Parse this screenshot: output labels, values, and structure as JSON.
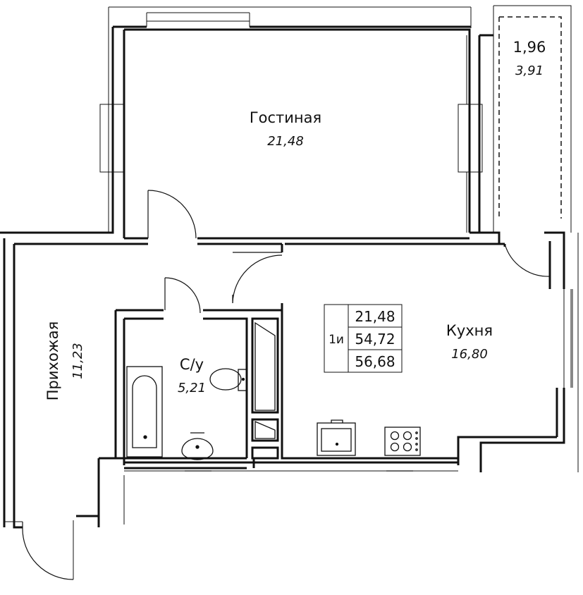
{
  "rooms": {
    "living": {
      "name": "Гостиная",
      "area": "21,48"
    },
    "balcony": {
      "area_main": "1,96",
      "area_total": "3,91"
    },
    "hall": {
      "name": "Прихожая",
      "area": "11,23"
    },
    "bathroom": {
      "name": "С/у",
      "area": "5,21"
    },
    "kitchen": {
      "name": "Кухня",
      "area": "16,80"
    }
  },
  "summary": {
    "type_code": "1и",
    "living_area": "21,48",
    "total_area": "54,72",
    "total_with_balcony": "56,68"
  },
  "colors": {
    "wall": "#111111",
    "background": "#ffffff"
  }
}
